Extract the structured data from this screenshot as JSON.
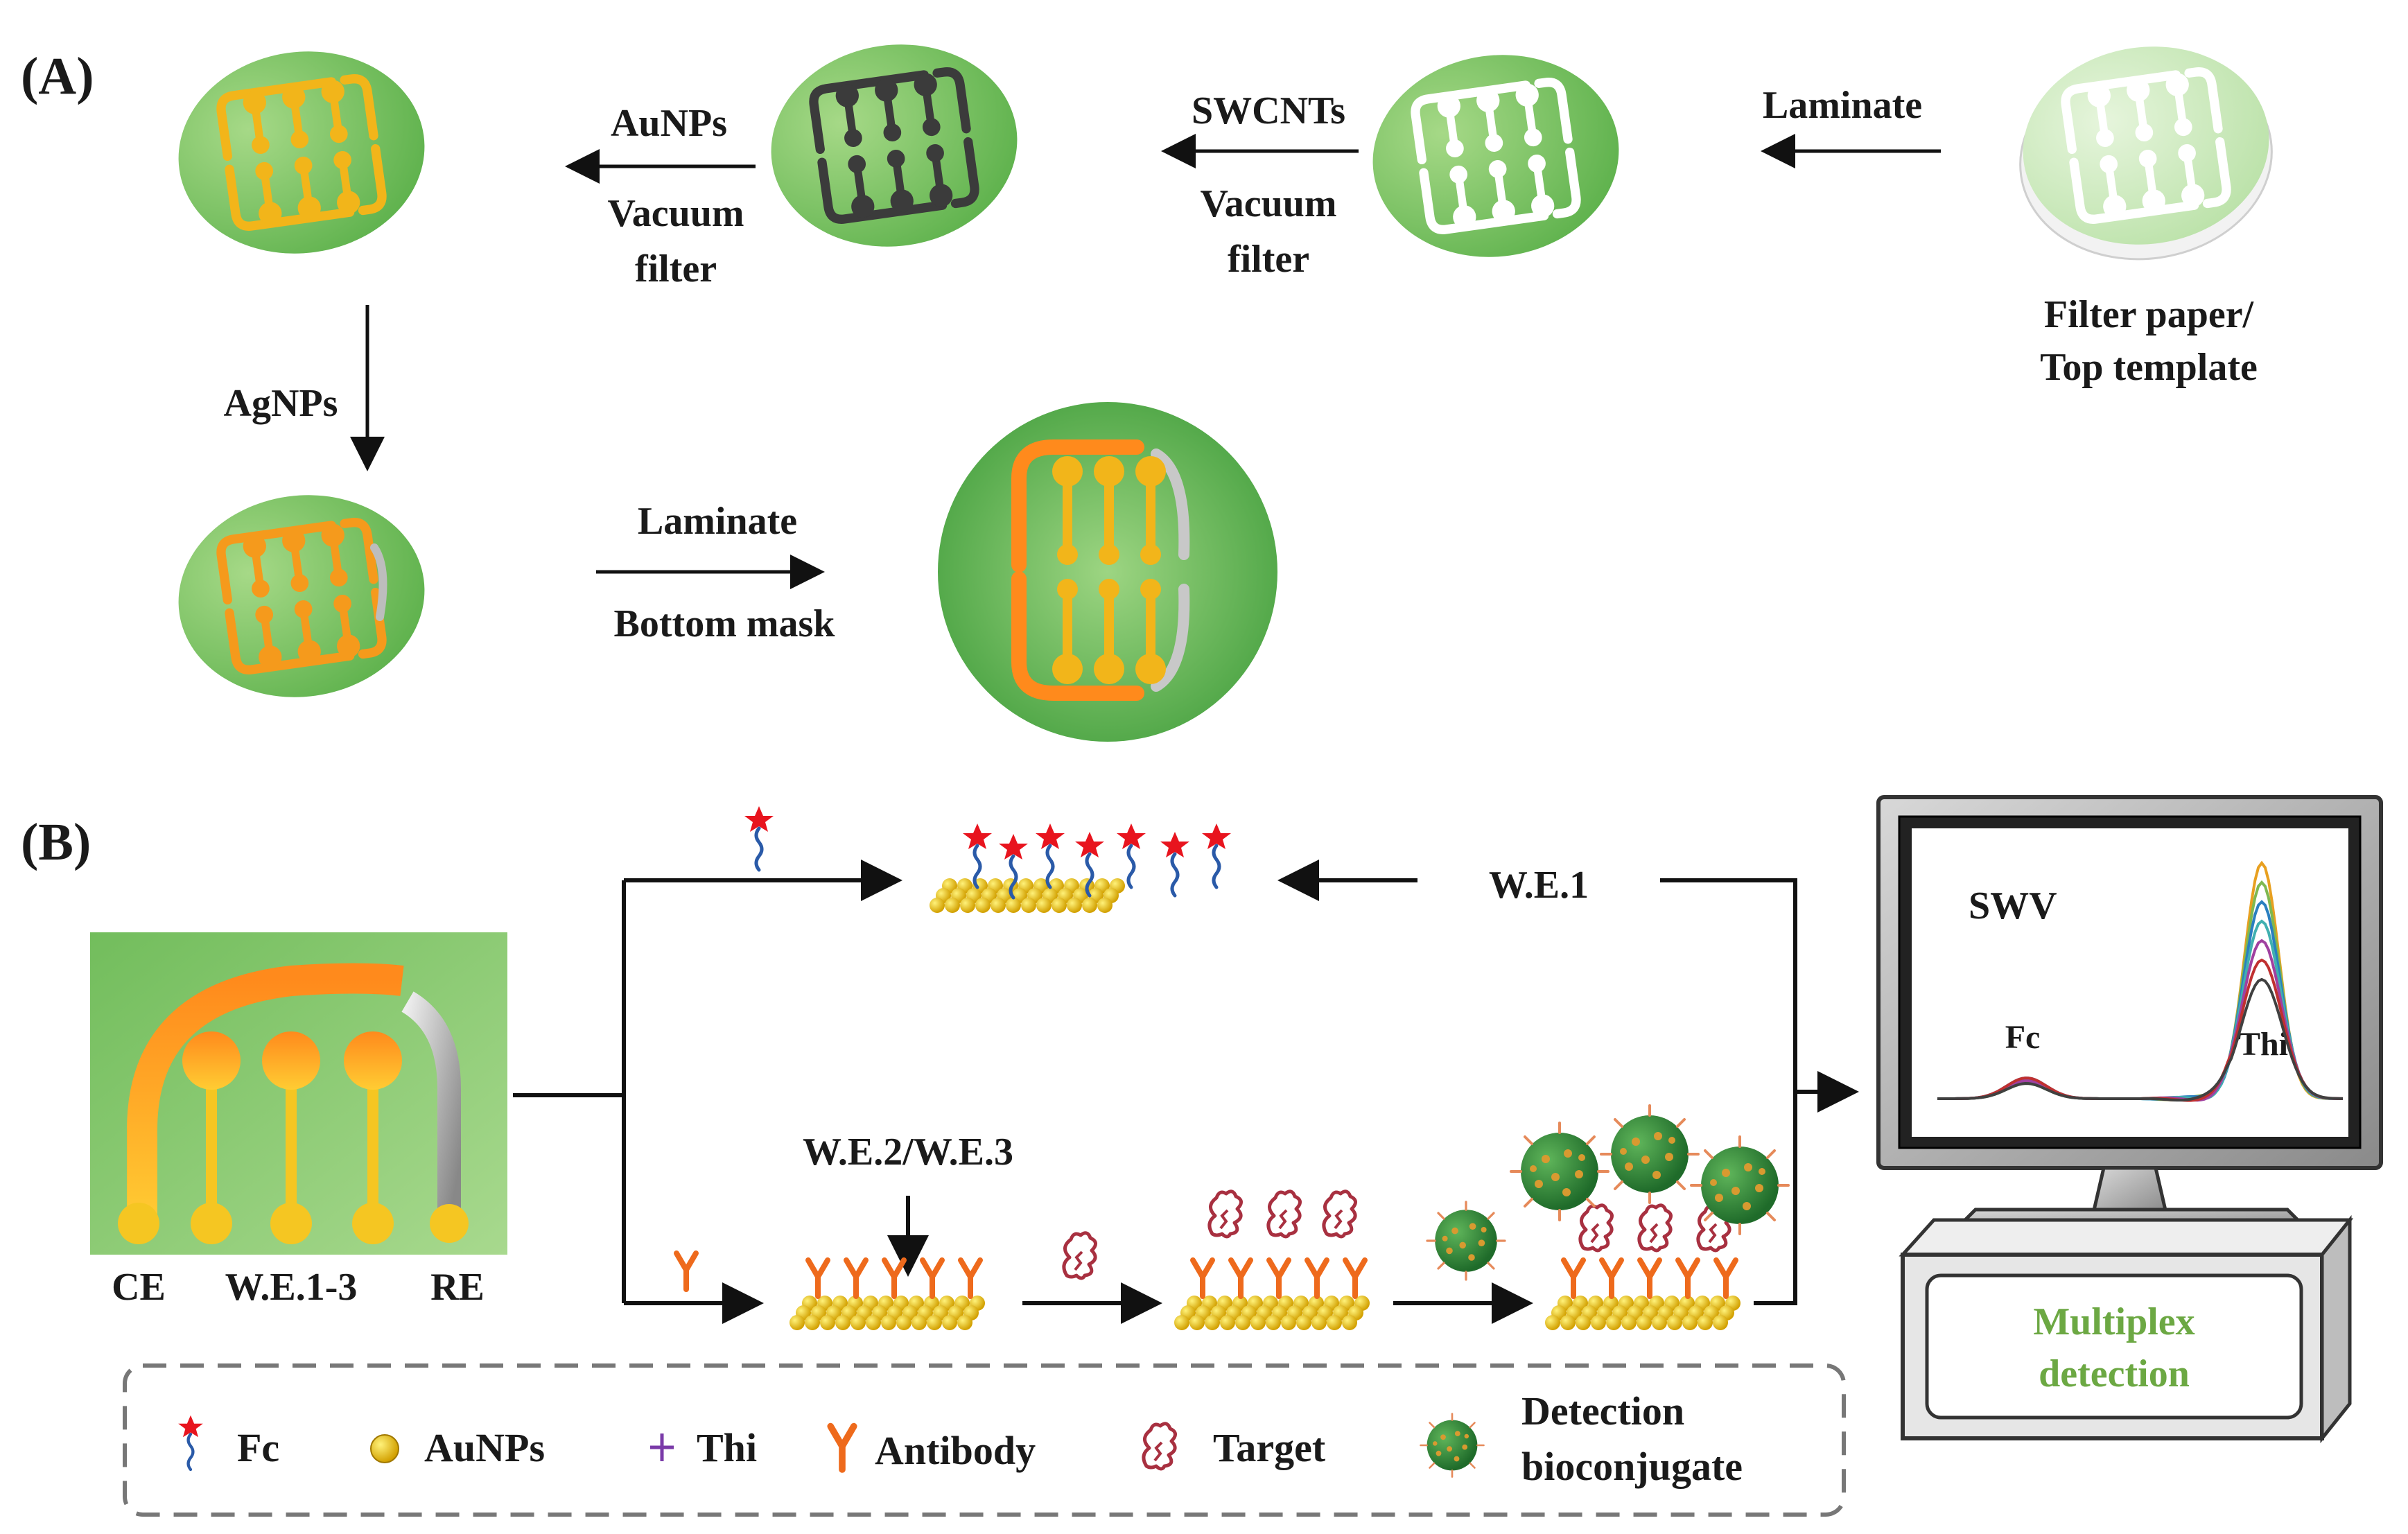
{
  "panel_a": {
    "label": "(A)",
    "steps": {
      "laminate_top": "Laminate",
      "swcnts": "SWCNTs",
      "swcnts_method_1": "Vacuum",
      "swcnts_method_2": "filter",
      "aunps": "AuNPs",
      "aunps_method_1": "Vacuum",
      "aunps_method_2": "filter",
      "agnps": "AgNPs",
      "laminate_bottom": "Laminate",
      "bottom_mask": "Bottom mask"
    },
    "source_label_1": "Filter paper/",
    "source_label_2": "Top template"
  },
  "panel_b": {
    "label": "(B)",
    "electrode_labels": {
      "ce": "CE",
      "we": "W.E.1-3",
      "re": "RE"
    },
    "we1": "W.E.1",
    "we23": "W.E.2/W.E.3",
    "monitor": {
      "method": "SWV",
      "peak_fc": "Fc",
      "peak_thi": "Thi",
      "caption_1": "Multiplex",
      "caption_2": "detection"
    },
    "colors": {
      "peaks": [
        "#e8a020",
        "#7fb850",
        "#2a7fc0",
        "#40b0b0",
        "#a040a0",
        "#c03030",
        "#404040"
      ]
    }
  },
  "legend": {
    "fc": "Fc",
    "aunps": "AuNPs",
    "thi": "Thi",
    "antibody": "Antibody",
    "target": "Target",
    "detection_1": "Detection",
    "detection_2": "bioconjugate"
  }
}
